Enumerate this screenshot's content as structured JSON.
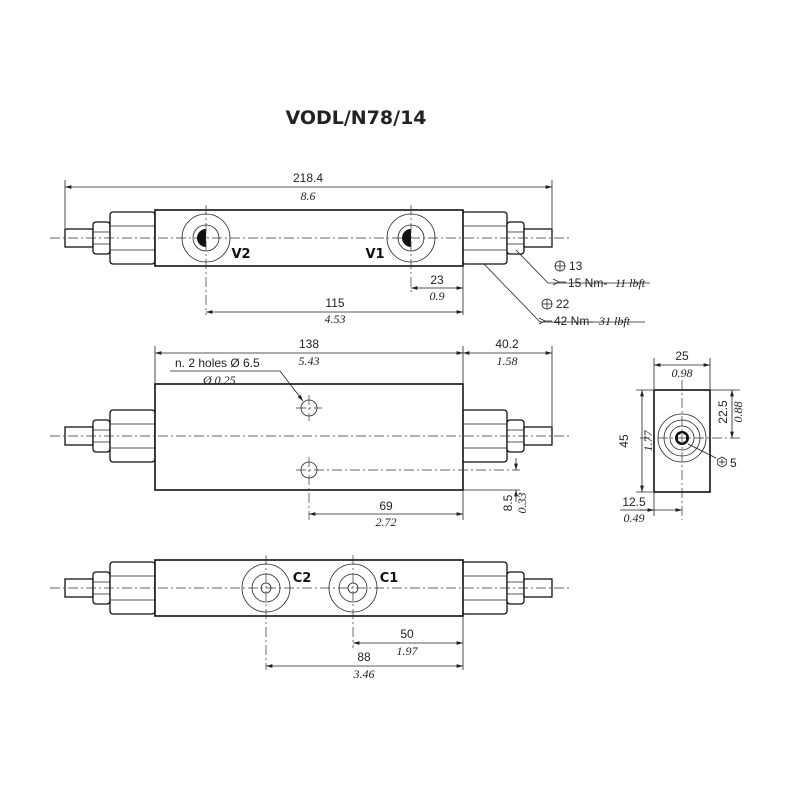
{
  "title": "VODL/N78/14",
  "top_view": {
    "overall_length_mm": "218.4",
    "overall_length_in": "8.6",
    "port_v1_label": "V1",
    "port_v2_label": "V2",
    "v1_offset_mm": "23",
    "v1_offset_in": "0.9",
    "v_spacing_mm": "115",
    "v_spacing_in": "4.53",
    "small_nut_hex": "13",
    "small_nut_torque_nm": "15 Nm-",
    "small_nut_torque_lbft": "11 lbft",
    "large_nut_hex": "22",
    "large_nut_torque_nm": "42 Nm-",
    "large_nut_torque_lbft": "31 lbft"
  },
  "front_view": {
    "body_length_mm": "138",
    "body_length_in": "5.43",
    "fitting_length_mm": "40.2",
    "fitting_length_in": "1.58",
    "holes_note": "n. 2 holes Ø 6.5",
    "holes_note_in": "Ø 0.25",
    "hole_offset_mm": "69",
    "hole_offset_in": "2.72",
    "hole_height_mm": "8.5",
    "hole_height_in": "0.33"
  },
  "side_view": {
    "width_mm": "25",
    "width_in": "0.98",
    "height_mm": "45",
    "height_in": "1.77",
    "center_height_mm": "22.5",
    "center_height_in": "0.88",
    "center_width_mm": "12.5",
    "center_width_in": "0.49",
    "hex_key": "5"
  },
  "bottom_view": {
    "port_c1_label": "C1",
    "port_c2_label": "C2",
    "c1_offset_mm": "50",
    "c1_offset_in": "1.97",
    "c2_offset_mm": "88",
    "c2_offset_in": "3.46"
  },
  "icons": [
    "hex-nut-icon",
    "wrench-icon",
    "hex-key-icon"
  ]
}
